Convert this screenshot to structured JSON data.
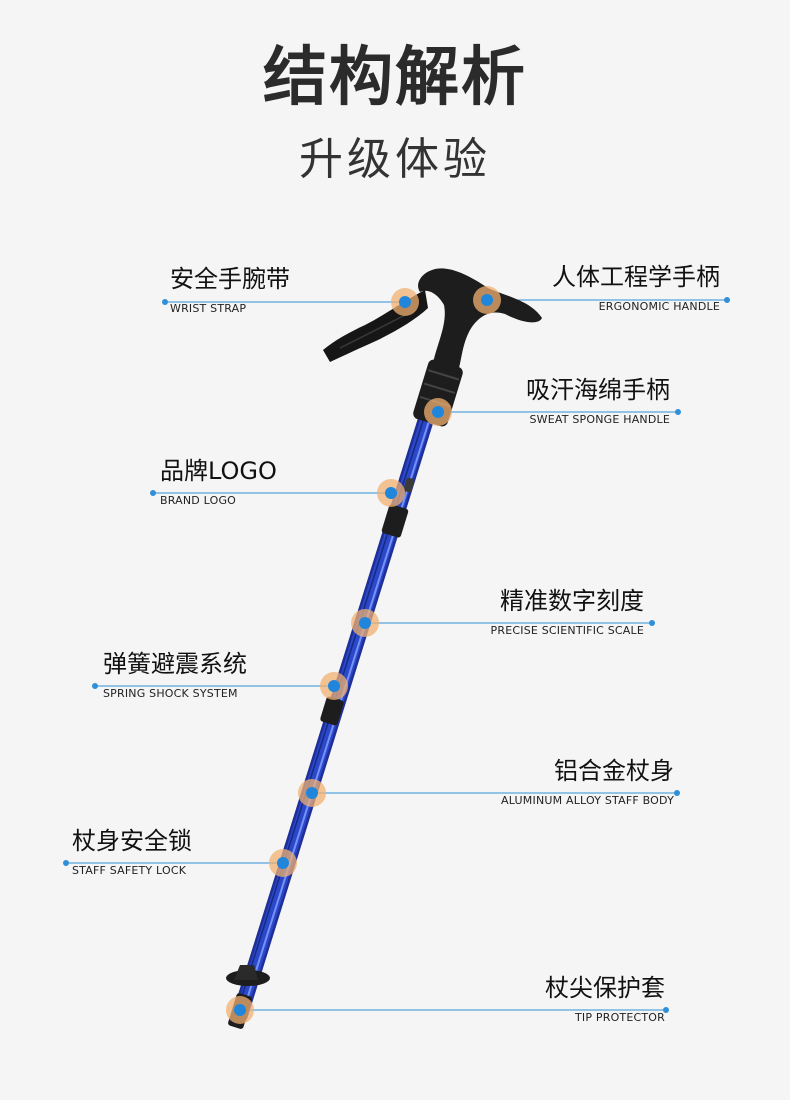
{
  "header": {
    "title": "结构解析",
    "subtitle": "升级体验"
  },
  "colors": {
    "background": "#f5f5f5",
    "leader_line": "#2f8fd8",
    "hotspot_ring": "#f0b070",
    "hotspot_dot": "#1f86dc",
    "shaft_blue": "#2a48c8",
    "grip_black": "#1d1d1d"
  },
  "callouts": [
    {
      "id": "wrist-strap",
      "zh": "安全手腕带",
      "en": "WRIST STRAP"
    },
    {
      "id": "ergonomic-handle",
      "zh": "人体工程学手柄",
      "en": "ERGONOMIC HANDLE"
    },
    {
      "id": "sweat-sponge-handle",
      "zh": "吸汗海绵手柄",
      "en": "SWEAT SPONGE HANDLE"
    },
    {
      "id": "brand-logo",
      "zh": "品牌LOGO",
      "en": "BRAND LOGO"
    },
    {
      "id": "precise-scale",
      "zh": "精准数字刻度",
      "en": "PRECISE SCIENTIFIC SCALE"
    },
    {
      "id": "spring-shock",
      "zh": "弹簧避震系统",
      "en": "SPRING SHOCK SYSTEM"
    },
    {
      "id": "alloy-body",
      "zh": "铝合金杖身",
      "en": "ALUMINUM ALLOY STAFF BODY"
    },
    {
      "id": "safety-lock",
      "zh": "杖身安全锁",
      "en": "STAFF SAFETY LOCK"
    },
    {
      "id": "tip-protector",
      "zh": "杖尖保护套",
      "en": "TIP PROTECTOR"
    }
  ]
}
